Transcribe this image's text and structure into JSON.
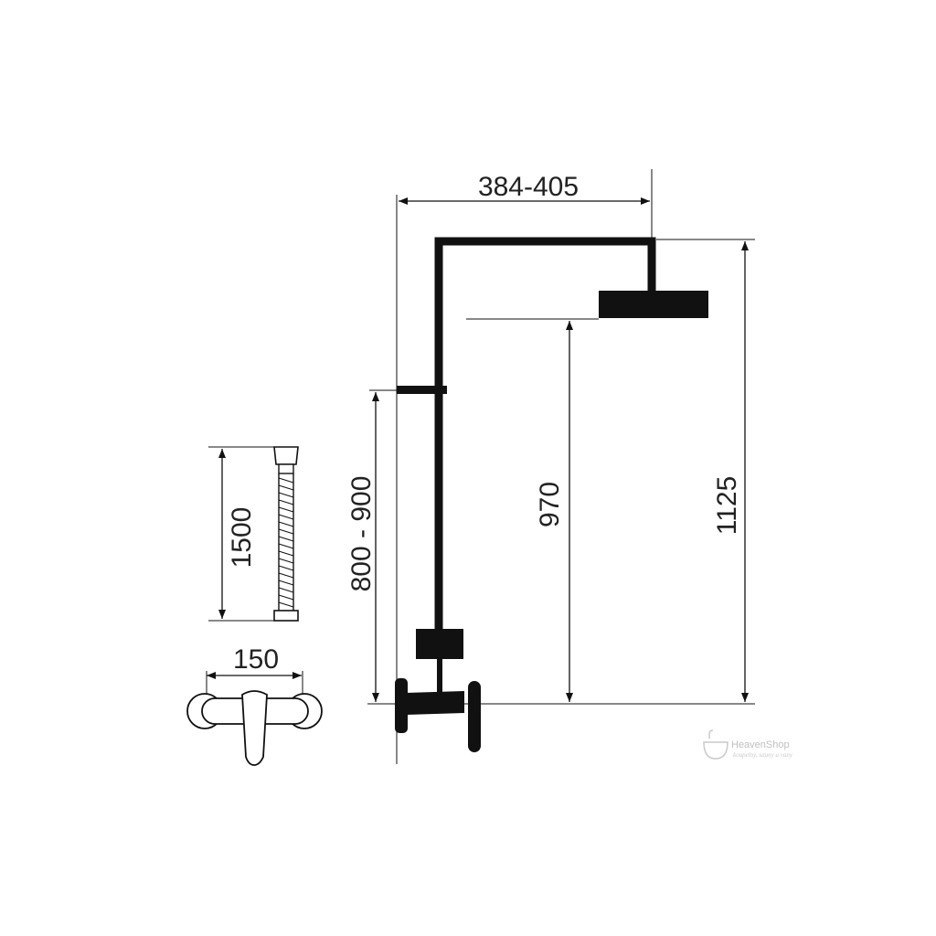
{
  "dimensions": {
    "arm_length": "384-405",
    "head_height": "970",
    "total_height": "1125",
    "mount_height": "800 - 900",
    "hose_length": "1500",
    "faucet_spacing": "150"
  },
  "watermark": {
    "brand": "HeavenShop",
    "tagline": "koupelny, sauny a vany"
  },
  "colors": {
    "ink": "#111111",
    "label": "#222222",
    "watermark": "#b8b8b8"
  }
}
